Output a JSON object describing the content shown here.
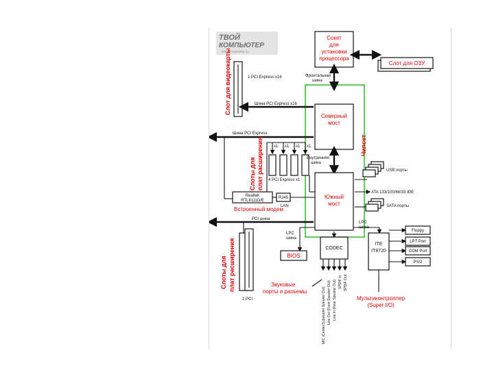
{
  "logo": {
    "line1": "ТВОЙ",
    "line2": "КОМПЬЮТЕР",
    "url": "www.tvoykomp.ru"
  },
  "blocks": {
    "cpu_socket": [
      "Сокет",
      "для",
      "установки",
      "процессора"
    ],
    "ram_slot": "Слот для ОЗУ",
    "north_bridge": [
      "Северный",
      "мост"
    ],
    "south_bridge": [
      "Южный",
      "мост"
    ],
    "codec": "CODEC",
    "bios": "BIOS",
    "superio_chip": [
      "ITE",
      "IT8720"
    ],
    "lan_chip": [
      "Realtek",
      "RTL8111D/E"
    ],
    "rj45": "RJ45",
    "lan": "LAN"
  },
  "labels": {
    "fsb": [
      "Фронтальная",
      "шина"
    ],
    "video_slot": "Слот для видеокарты",
    "pcie_x16": "1 PCI Express x16",
    "pcie_x16_bus": "Шина PCI Express x16",
    "chipset": "Чипсет",
    "pcie_bus": "Шина PCI Express",
    "expansion_slots": [
      "Слоты для",
      "плат расширения"
    ],
    "x1_marks": [
      "x1",
      "x1",
      "x1",
      "x1"
    ],
    "internal_bus": [
      "Внутренняя",
      "шина"
    ],
    "pcie_x1": "4 PCI Express x1",
    "usb_ports": "USB порты",
    "ata": "ATA 133/100/66/33 IDE",
    "sata": "SATA порты",
    "onboard_modem": "Встроенный модем",
    "pci_bus": "PCI шина",
    "lpc_bus_left": [
      "LPC",
      "шина"
    ],
    "lpc_bus_right": [
      "LPC",
      "шина"
    ],
    "expansion_slots2": [
      "Слоты для",
      "плат расширения"
    ],
    "pci2": "2 PCI",
    "audio_ports": [
      "Звуковые",
      "порты и разъемы"
    ],
    "multicontroller": [
      "Мультиконтроллер",
      "(Super I/O)"
    ]
  },
  "audio_lines": [
    "MIC (Center/Subwoofer Speaker Out)",
    "Line Out (Front Speaker Out)",
    "Line In (Rear Speaker Out)",
    "SPDIF In",
    "SPDIF Out"
  ],
  "io_ports": [
    "Floppy",
    "LPT Port",
    "COM Port",
    "PS/2"
  ],
  "colors": {
    "red": "#e00000",
    "chipset_frame": "#22bb22",
    "line": "#111111"
  }
}
